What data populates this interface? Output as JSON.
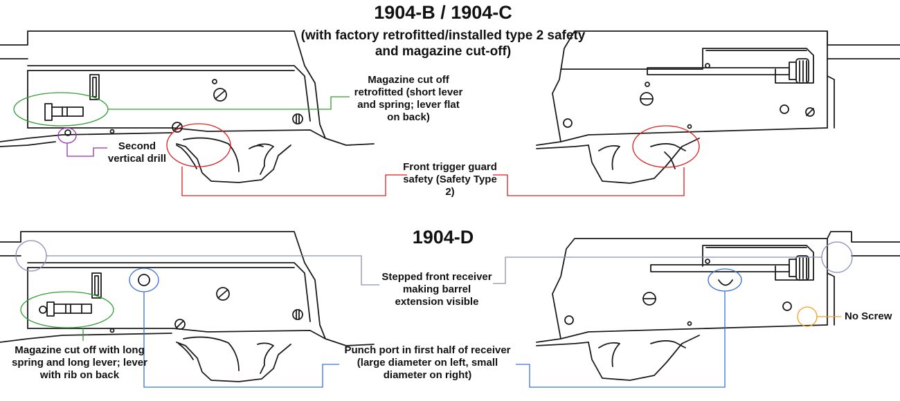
{
  "header": {
    "title_bc": "1904-B / 1904-C",
    "subtitle_bc": "(with factory retrofitted/installed type 2 safety and magazine cut-off)",
    "title_d": "1904-D"
  },
  "annotations": {
    "mag_cutoff_bc": "Magazine cut off retrofitted (short lever and spring; lever flat on back)",
    "second_drill": "Second vertical drill",
    "trigger_safety": "Front trigger guard safety (Safety Type 2)",
    "stepped_receiver": "Stepped front receiver making barrel extension visible",
    "no_screw": "No Screw",
    "mag_cutoff_d": "Magazine cut off with long spring and long lever; lever with rib on back",
    "punch_port": "Punch port in first half of receiver (large diameter on left, small diameter on right)"
  },
  "colors": {
    "green": "#2e9e2e",
    "purple": "#9b2fae",
    "red": "#e01b1b",
    "slate": "#8a8fb8",
    "blue": "#3a6fd8",
    "orange": "#f0a020",
    "line": "#1a1a1a"
  }
}
